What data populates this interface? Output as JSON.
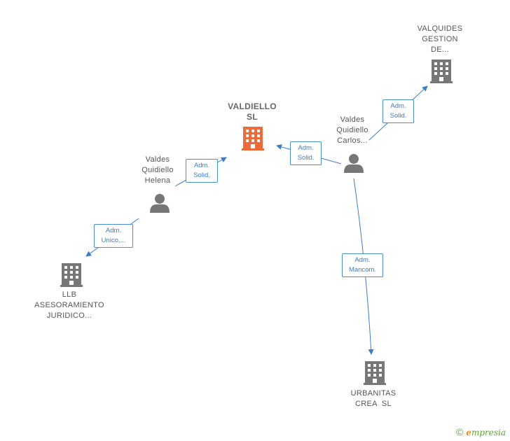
{
  "colors": {
    "edge": "#3a7ec8",
    "main_company": "#ee6a3a",
    "company": "#777777",
    "person": "#777777"
  },
  "nodes": {
    "valdiello": {
      "label": "VALDIELLO\nSL",
      "type": "company",
      "role": "main"
    },
    "valquides": {
      "label": "VALQUIDES\nGESTION\nDE...",
      "type": "company"
    },
    "llb": {
      "label": "LLB\nASESORAMIENTO\nJURIDICO...",
      "type": "company"
    },
    "urbanitas": {
      "label": "URBANITAS\nCREA  SL",
      "type": "company"
    },
    "helena": {
      "label": "Valdes\nQuidiello\nHelena",
      "type": "person"
    },
    "carlos": {
      "label": "Valdes\nQuidiello\nCarlos...",
      "type": "person"
    }
  },
  "edges": {
    "helena_valdiello": {
      "label": "Adm.\nSolid."
    },
    "carlos_valdiello": {
      "label": "Adm.\nSolid."
    },
    "carlos_valquides": {
      "label": "Adm.\nSolid."
    },
    "helena_llb": {
      "label": "Adm.\nUnico,..."
    },
    "carlos_urbanitas": {
      "label": "Adm.\nMancom."
    }
  },
  "brand": {
    "copyright": "©",
    "e": "e",
    "rest": "mpresia"
  }
}
